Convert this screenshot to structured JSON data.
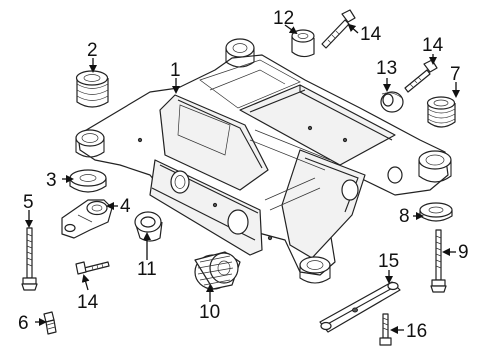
{
  "diagram": {
    "callouts": [
      {
        "id": "1",
        "label": "1"
      },
      {
        "id": "2",
        "label": "2"
      },
      {
        "id": "3",
        "label": "3"
      },
      {
        "id": "4",
        "label": "4"
      },
      {
        "id": "5",
        "label": "5"
      },
      {
        "id": "6",
        "label": "6"
      },
      {
        "id": "7",
        "label": "7"
      },
      {
        "id": "8",
        "label": "8"
      },
      {
        "id": "9",
        "label": "9"
      },
      {
        "id": "10",
        "label": "10"
      },
      {
        "id": "11",
        "label": "11"
      },
      {
        "id": "12",
        "label": "12"
      },
      {
        "id": "13",
        "label": "13"
      },
      {
        "id": "14a",
        "label": "14"
      },
      {
        "id": "14b",
        "label": "14"
      },
      {
        "id": "14c",
        "label": "14"
      },
      {
        "id": "15",
        "label": "15"
      },
      {
        "id": "16",
        "label": "16"
      }
    ]
  }
}
